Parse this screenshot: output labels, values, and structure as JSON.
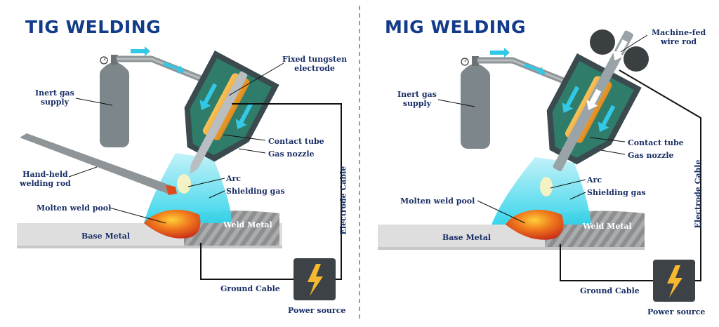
{
  "colors": {
    "title": "#123b8a",
    "label": "#1a2f66",
    "nozzle": "#3b4a4e",
    "nozzle_inner": "#2f7c6a",
    "gas_flow": "#33c8e6",
    "copper": "#f2a22a",
    "electrode": "#9aa3a8",
    "metal": "#dcdcdc",
    "weld_pool": "#d93a1a",
    "bolt": "#f5b82e",
    "power_box": "#3c4246"
  },
  "tig": {
    "title": "TIG WELDING",
    "inert_gas": [
      "Inert gas",
      "supply"
    ],
    "electrode": [
      "Fixed tungsten",
      "electrode"
    ],
    "contact_tube": "Contact tube",
    "gas_nozzle": "Gas nozzle",
    "filler_rod": [
      "Hand-held",
      "welding rod"
    ],
    "arc": "Arc",
    "shielding_gas": "Shielding gas",
    "weld_pool": "Molten weld pool",
    "base_metal": "Base Metal",
    "weld_metal": "Weld Metal",
    "electrode_cable": "Electrode Cable",
    "ground_cable": "Ground Cable",
    "power_source": "Power source"
  },
  "mig": {
    "title": "MIG WELDING",
    "wire": [
      "Machine-fed",
      "wire rod"
    ],
    "inert_gas": [
      "Inert gas",
      "supply"
    ],
    "contact_tube": "Contact tube",
    "gas_nozzle": "Gas nozzle",
    "arc": "Arc",
    "shielding_gas": "Shielding gas",
    "weld_pool": "Molten weld pool",
    "base_metal": "Base Metal",
    "weld_metal": "Weld Metal",
    "electrode_cable": "Electrode Cable",
    "ground_cable": "Ground Cable",
    "power_source": "Power source"
  }
}
